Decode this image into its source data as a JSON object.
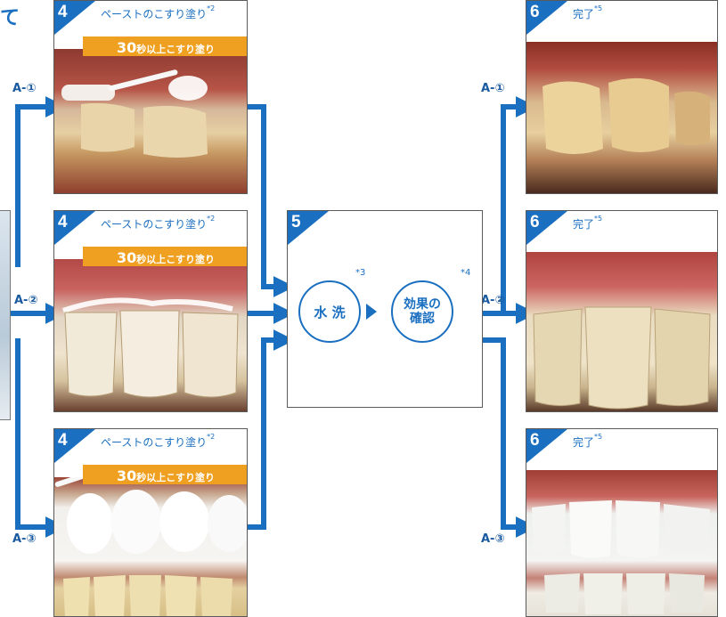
{
  "heading_fragment": "て",
  "colors": {
    "accent": "#1a6fc0",
    "banner": "#f0a020",
    "arrow": "#1a6fc0"
  },
  "step4": {
    "number": "4",
    "title": "ペーストのこすり塗り",
    "title_note": "*2",
    "banner_number": "30",
    "banner_text": "秒以上こすり塗り"
  },
  "step5": {
    "number": "5",
    "rinse_label": "水 洗",
    "rinse_note": "*3",
    "check_line1": "効果の",
    "check_line2": "確認",
    "check_note": "*4"
  },
  "step6": {
    "number": "6",
    "title": "完了",
    "title_note": "*5"
  },
  "route_labels": {
    "a1": "A-①",
    "a2": "A-②",
    "a3": "A-③"
  }
}
